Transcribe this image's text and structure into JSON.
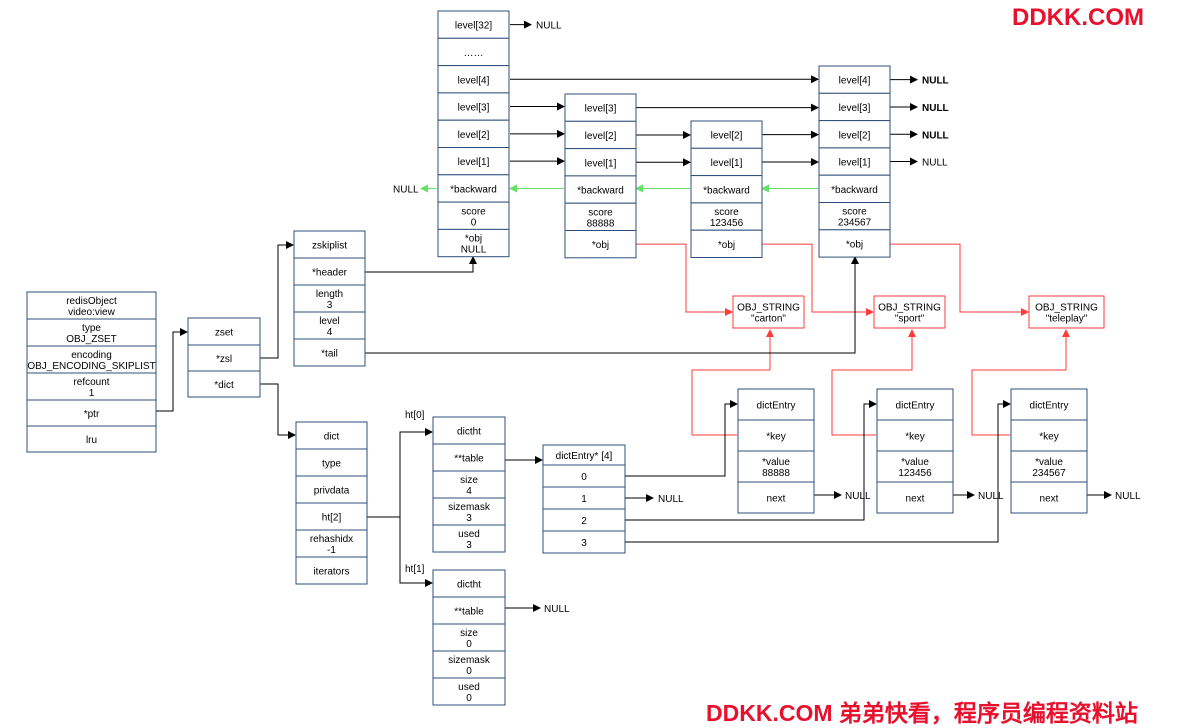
{
  "brand": {
    "top": "DDKK.COM",
    "bottom": "DDKK.COM 弟弟快看，程序员编程资料站"
  },
  "null_label": "NULL",
  "redis_object": {
    "rows": [
      [
        "redisObject",
        "video:view"
      ],
      [
        "type",
        "OBJ_ZSET"
      ],
      [
        "encoding",
        "OBJ_ENCODING_SKIPLIST"
      ],
      [
        "refcount",
        "1"
      ],
      [
        "*ptr"
      ],
      [
        "lru"
      ]
    ]
  },
  "zset": {
    "rows": [
      [
        "zset"
      ],
      [
        "*zsl"
      ],
      [
        "*dict"
      ]
    ]
  },
  "zskiplist": {
    "rows": [
      [
        "zskiplist"
      ],
      [
        "*header"
      ],
      [
        "length",
        "3"
      ],
      [
        "level",
        "4"
      ],
      [
        "*tail"
      ]
    ]
  },
  "skiplist_nodes": [
    {
      "rows": [
        [
          "level[32]"
        ],
        [
          "……"
        ],
        [
          "level[4]"
        ],
        [
          "level[3]"
        ],
        [
          "level[2]"
        ],
        [
          "level[1]"
        ],
        [
          "*backward"
        ],
        [
          "score",
          "0"
        ],
        [
          "*obj",
          "NULL"
        ]
      ]
    },
    {
      "rows": [
        [
          "level[3]"
        ],
        [
          "level[2]"
        ],
        [
          "level[1]"
        ],
        [
          "*backward"
        ],
        [
          "score",
          "88888"
        ],
        [
          "*obj"
        ]
      ]
    },
    {
      "rows": [
        [
          "level[2]"
        ],
        [
          "level[1]"
        ],
        [
          "*backward"
        ],
        [
          "score",
          "123456"
        ],
        [
          "*obj"
        ]
      ]
    },
    {
      "rows": [
        [
          "level[4]"
        ],
        [
          "level[3]"
        ],
        [
          "level[2]"
        ],
        [
          "level[1]"
        ],
        [
          "*backward"
        ],
        [
          "score",
          "234567"
        ],
        [
          "*obj"
        ]
      ]
    }
  ],
  "obj_strings": [
    {
      "lines": [
        "OBJ_STRING",
        "\"carton\""
      ]
    },
    {
      "lines": [
        "OBJ_STRING",
        "\"sport\""
      ]
    },
    {
      "lines": [
        "OBJ_STRING",
        "\"teleplay\""
      ]
    }
  ],
  "dict": {
    "rows": [
      [
        "dict"
      ],
      [
        "type"
      ],
      [
        "privdata"
      ],
      [
        "ht[2]"
      ],
      [
        "rehashidx",
        "-1"
      ],
      [
        "iterators"
      ]
    ]
  },
  "ht_labels": [
    "ht[0]",
    "ht[1]"
  ],
  "dictht_0": {
    "rows": [
      [
        "dictht"
      ],
      [
        "**table"
      ],
      [
        "size",
        "4"
      ],
      [
        "sizemask",
        "3"
      ],
      [
        "used",
        "3"
      ]
    ]
  },
  "dictht_1": {
    "rows": [
      [
        "dictht"
      ],
      [
        "**table"
      ],
      [
        "size",
        "0"
      ],
      [
        "sizemask",
        "0"
      ],
      [
        "used",
        "0"
      ]
    ]
  },
  "bucket_array": {
    "rows": [
      [
        "dictEntry* [4]"
      ],
      [
        "0"
      ],
      [
        "1"
      ],
      [
        "2"
      ],
      [
        "3"
      ]
    ]
  },
  "dict_entries": [
    {
      "rows": [
        [
          "dictEntry"
        ],
        [
          "*key"
        ],
        [
          "*value",
          "88888"
        ],
        [
          "next"
        ]
      ]
    },
    {
      "rows": [
        [
          "dictEntry"
        ],
        [
          "*key"
        ],
        [
          "*value",
          "123456"
        ],
        [
          "next"
        ]
      ]
    },
    {
      "rows": [
        [
          "dictEntry"
        ],
        [
          "*key"
        ],
        [
          "*value",
          "234567"
        ],
        [
          "next"
        ]
      ]
    }
  ],
  "colors": {
    "box_stroke": "#2e4f7c",
    "pointer": "#000000",
    "obj_pointer": "#ff3b3b",
    "backward_pointer": "#66e066",
    "brand": "#e8112d"
  }
}
